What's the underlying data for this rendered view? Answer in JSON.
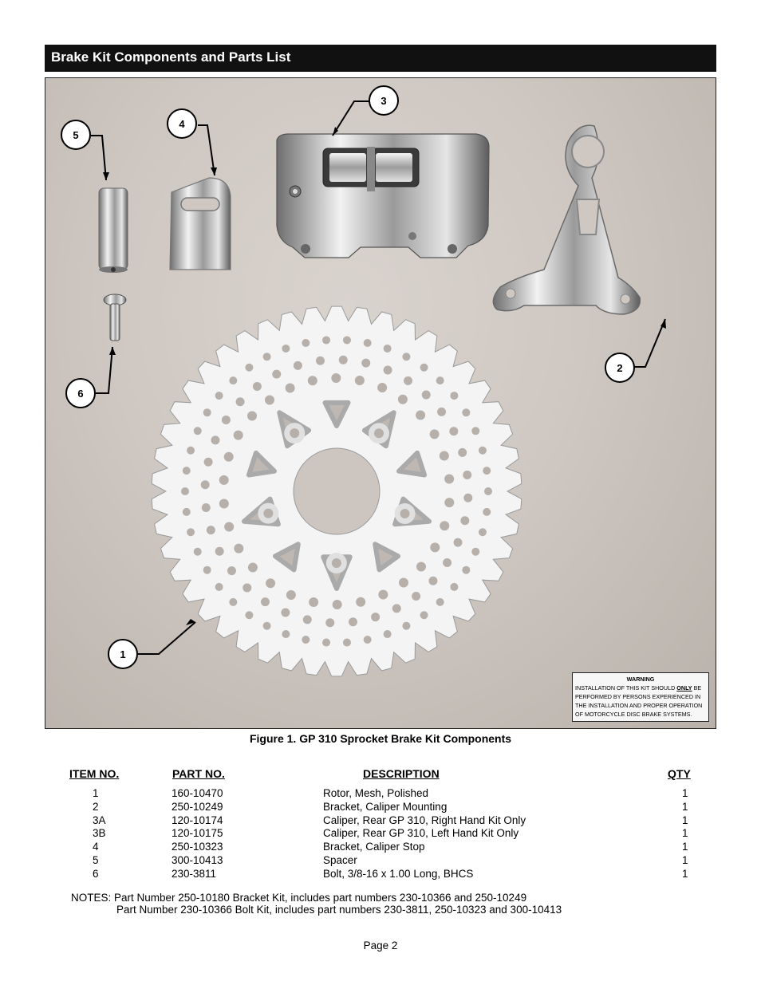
{
  "header": {
    "title": "Brake Kit Components and Parts List"
  },
  "figure": {
    "callouts": [
      "1",
      "2",
      "3",
      "4",
      "5",
      "6"
    ],
    "warning": {
      "title": "WARNING",
      "line1_pre": "INSTALLATION OF THIS KIT SHOULD ",
      "line1_emph": "ONLY",
      "line1_post": " BE",
      "line2": "PERFORMED BY PERSONS EXPERIENCED IN",
      "line3": "THE INSTALLATION AND PROPER OPERATION",
      "line4": "OF MOTORCYCLE DISC BRAKE SYSTEMS."
    },
    "caption": "Figure 1.  GP 310 Sprocket Brake Kit Components"
  },
  "parts_table": {
    "headers": {
      "item": "ITEM NO.",
      "part": "PART NO.",
      "description": "DESCRIPTION",
      "qty": "QTY"
    },
    "rows": [
      {
        "item": "1",
        "part": "160-10470",
        "description": "Rotor, Mesh, Polished",
        "qty": "1"
      },
      {
        "item": "2",
        "part": "250-10249",
        "description": "Bracket, Caliper Mounting",
        "qty": "1"
      },
      {
        "item": "3A",
        "part": "120-10174",
        "description": "Caliper, Rear GP 310, Right Hand Kit Only",
        "qty": "1"
      },
      {
        "item": "3B",
        "part": "120-10175",
        "description": "Caliper, Rear GP 310, Left Hand Kit Only",
        "qty": "1"
      },
      {
        "item": "4",
        "part": "250-10323",
        "description": "Bracket, Caliper Stop",
        "qty": "1"
      },
      {
        "item": "5",
        "part": "300-10413",
        "description": "Spacer",
        "qty": "1"
      },
      {
        "item": "6",
        "part": "230-3811",
        "description": "Bolt, 3/8-16 x 1.00 Long, BHCS",
        "qty": "1"
      }
    ]
  },
  "notes": {
    "line1": "NOTES: Part Number 250-10180 Bracket Kit, includes part numbers 230-10366 and 250-10249",
    "line2": "Part Number 230-10366 Bolt Kit, includes part numbers 230-3811, 250-10323 and 300-10413"
  },
  "footer": {
    "page": "Page 2"
  }
}
